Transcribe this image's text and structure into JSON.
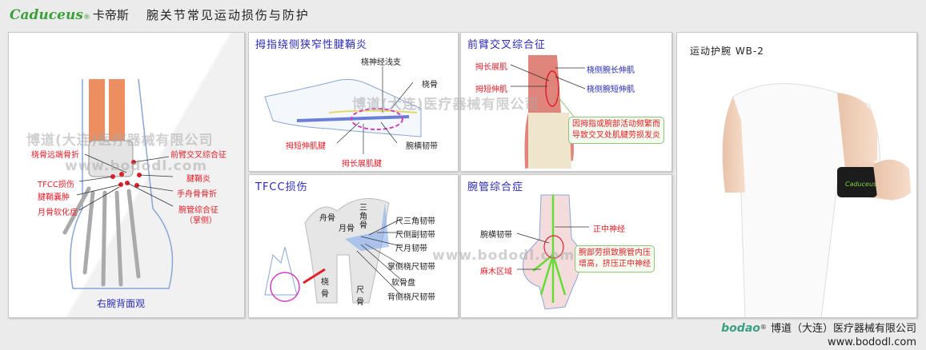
{
  "header": {
    "brand": "Caduceus",
    "reg": "®",
    "brand_cn": "卡帝斯",
    "title": "腕关节常见运动损伤与防护"
  },
  "watermark": {
    "company": "博道(大连)医疗器械有限公司",
    "url": "www.bododl.com"
  },
  "left_panel": {
    "caption": "右腕背面观",
    "labels_left": [
      "桡骨远端骨折",
      "TFCC损伤",
      "腱鞘囊肿",
      "月骨软化症"
    ],
    "labels_right": [
      "前臂交叉综合征",
      "腱鞘炎",
      "手舟骨骨折",
      "腕管综合征",
      "（掌侧）"
    ],
    "marker_color": "#e0202a"
  },
  "panel_tenosynovitis": {
    "title": "拇指绕侧狭窄性腱鞘炎",
    "labels": [
      "桡神经浅支",
      "桡骨",
      "腕横韧带",
      "拇短伸肌腱",
      "拇长展肌腱"
    ]
  },
  "panel_intersection": {
    "title": "前臂交叉综合征",
    "labels_left": [
      "拇长展肌",
      "拇短伸肌"
    ],
    "labels_right": [
      "桡侧腕长伸肌",
      "桡侧腕短伸肌"
    ],
    "note": [
      "因拇指或腕部活动频繁而",
      "导致交叉处肌腱劳损发炎"
    ]
  },
  "panel_tfcc": {
    "title": "TFCC损伤",
    "bones": [
      "舟骨",
      "月骨",
      "三角骨",
      "桡骨",
      "尺骨"
    ],
    "labels": [
      "尺三角韧带",
      "尺侧副韧带",
      "尺月韧带",
      "掌侧桡尺韧带",
      "软骨盘",
      "背侧桡尺韧带"
    ]
  },
  "panel_carpal": {
    "title": "腕管综合症",
    "labels": [
      "正中神经",
      "腕横韧带",
      "麻木区域"
    ],
    "note": [
      "腕部劳损致腕管内压",
      "增高，挤压正中神经"
    ]
  },
  "product": {
    "title": "运动护腕 WB-2",
    "band_brand": "Caduceus"
  },
  "footer": {
    "logo": "bodao",
    "reg": "®",
    "company": "博道（大连）医疗器械有限公司",
    "url": "www.bododl.com"
  }
}
